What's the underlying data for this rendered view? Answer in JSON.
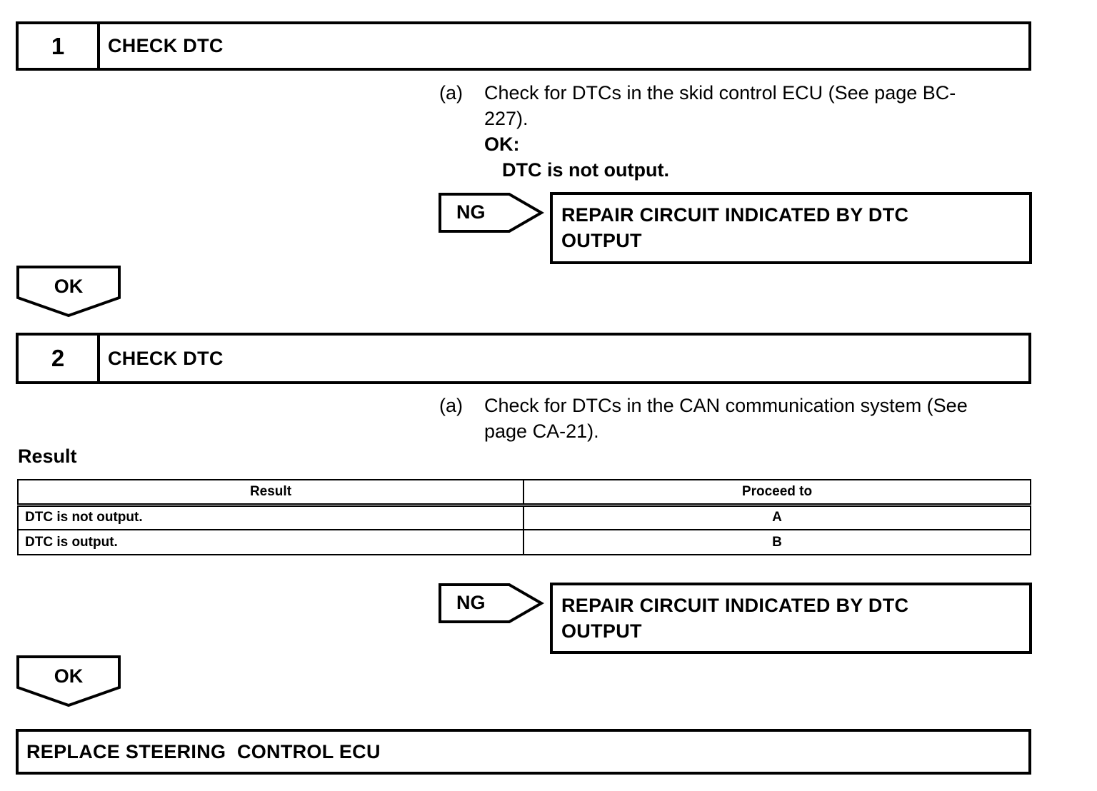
{
  "step1": {
    "number": "1",
    "title": "CHECK DTC",
    "instruction": {
      "letter": "(a)",
      "text_line1": "Check for DTCs in the skid control ECU (See page BC-",
      "text_line2": "227).",
      "ok_label": "OK:",
      "ok_value": "DTC is not output."
    },
    "ng": {
      "label": "NG",
      "action_line1": "REPAIR CIRCUIT INDICATED BY DTC",
      "action_line2": "OUTPUT"
    },
    "ok_arrow": "OK"
  },
  "step2": {
    "number": "2",
    "title": "CHECK DTC",
    "instruction": {
      "letter": "(a)",
      "text_line1": "Check for DTCs in the CAN communication system (See",
      "text_line2": "page CA-21)."
    },
    "result": {
      "title": "Result",
      "headers": [
        "Result",
        "Proceed to"
      ],
      "rows": [
        [
          "DTC is not output.",
          "A"
        ],
        [
          "DTC is output.",
          "B"
        ]
      ]
    },
    "ng": {
      "label": "NG",
      "action_line1": "REPAIR CIRCUIT INDICATED BY DTC",
      "action_line2": "OUTPUT"
    },
    "ok_arrow": "OK"
  },
  "final": {
    "text": "REPLACE STEERING  CONTROL ECU"
  }
}
